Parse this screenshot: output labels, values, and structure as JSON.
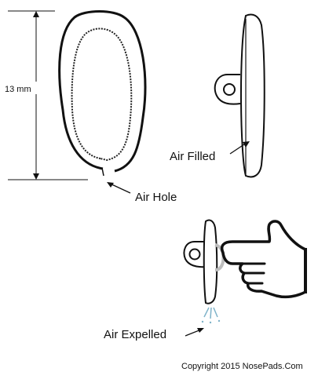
{
  "labels": {
    "dimension": "13 mm",
    "air_hole": "Air Hole",
    "air_filled": "Air Filled",
    "air_expelled": "Air Expelled",
    "copyright": "Copyright 2015 NosePads.Com"
  },
  "colors": {
    "ink": "#111111",
    "pad_fill": "#ffffff",
    "spray": "#7fb3c9",
    "press_highlight": "#bdbdbd"
  },
  "icons": {
    "pointing_hand": "hand-pointing-left-icon"
  }
}
